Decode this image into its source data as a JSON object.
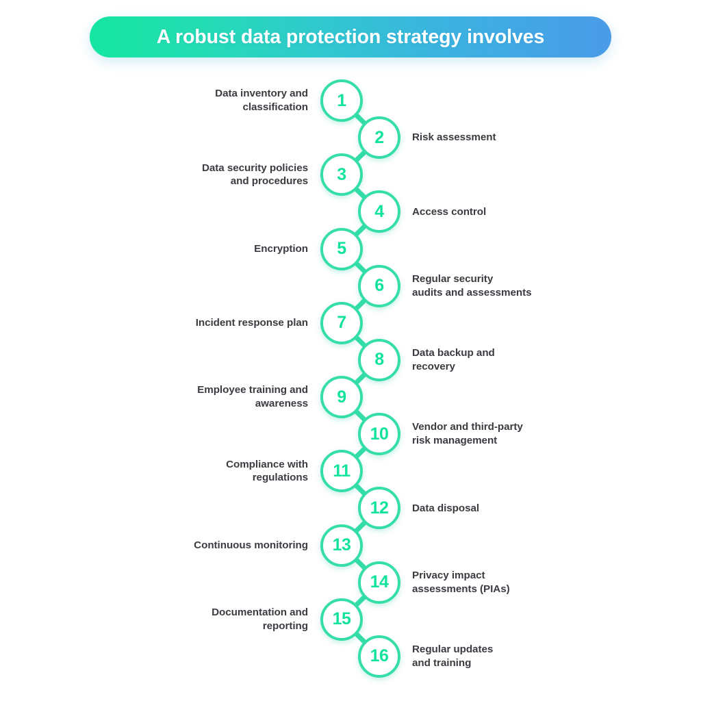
{
  "header": {
    "title": "A robust data protection strategy involves",
    "gradient_from": "#15E6A0",
    "gradient_to": "#4A9BE8",
    "text_color": "#ffffff"
  },
  "theme": {
    "background": "#ffffff",
    "accent_green": "#35DEA8",
    "number_color": "#11E39A",
    "label_color": "#3b3b42"
  },
  "steps": [
    {
      "number": "1",
      "label": "Data inventory and\nclassification",
      "side": "left"
    },
    {
      "number": "2",
      "label": "Risk assessment",
      "side": "right"
    },
    {
      "number": "3",
      "label": "Data security policies\nand procedures",
      "side": "left"
    },
    {
      "number": "4",
      "label": "Access control",
      "side": "right"
    },
    {
      "number": "5",
      "label": "Encryption",
      "side": "left"
    },
    {
      "number": "6",
      "label": "Regular security\naudits and assessments",
      "side": "right"
    },
    {
      "number": "7",
      "label": "Incident response plan",
      "side": "left"
    },
    {
      "number": "8",
      "label": "Data backup and\nrecovery",
      "side": "right"
    },
    {
      "number": "9",
      "label": "Employee training and\nawareness",
      "side": "left"
    },
    {
      "number": "10",
      "label": "Vendor and third-party\nrisk management",
      "side": "right"
    },
    {
      "number": "11",
      "label": "Compliance with\nregulations",
      "side": "left"
    },
    {
      "number": "12",
      "label": "Data disposal",
      "side": "right"
    },
    {
      "number": "13",
      "label": "Continuous monitoring",
      "side": "left"
    },
    {
      "number": "14",
      "label": "Privacy impact\nassessments (PIAs)",
      "side": "right"
    },
    {
      "number": "15",
      "label": "Documentation and\nreporting",
      "side": "left"
    },
    {
      "number": "16",
      "label": "Regular updates\nand training",
      "side": "right"
    }
  ]
}
